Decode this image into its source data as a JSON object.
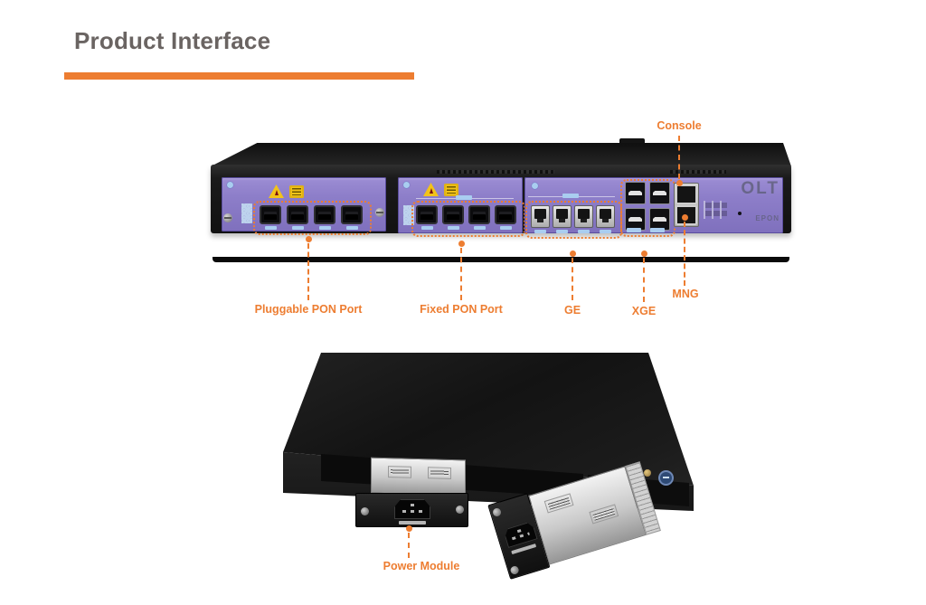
{
  "slide": {
    "title": "Product Interface"
  },
  "colors": {
    "accent_orange": "#ED7D31",
    "title_gray": "#6A6462",
    "faceplate_purple": "#8D7EC9",
    "chassis_black": "#1A1A1A"
  },
  "front_view": {
    "device_logo": "OLT",
    "device_model": "EPON",
    "ports": {
      "pluggable_pon": 4,
      "fixed_pon": 4,
      "ge": 4,
      "xge": 4
    },
    "callouts": {
      "console": "Console",
      "pluggable_pon": "Pluggable PON Port",
      "fixed_pon": "Fixed PON Port",
      "ge": "GE",
      "xge": "XGE",
      "mng": "MNG"
    }
  },
  "rear_view": {
    "callouts": {
      "power_module": "Power Module"
    }
  }
}
